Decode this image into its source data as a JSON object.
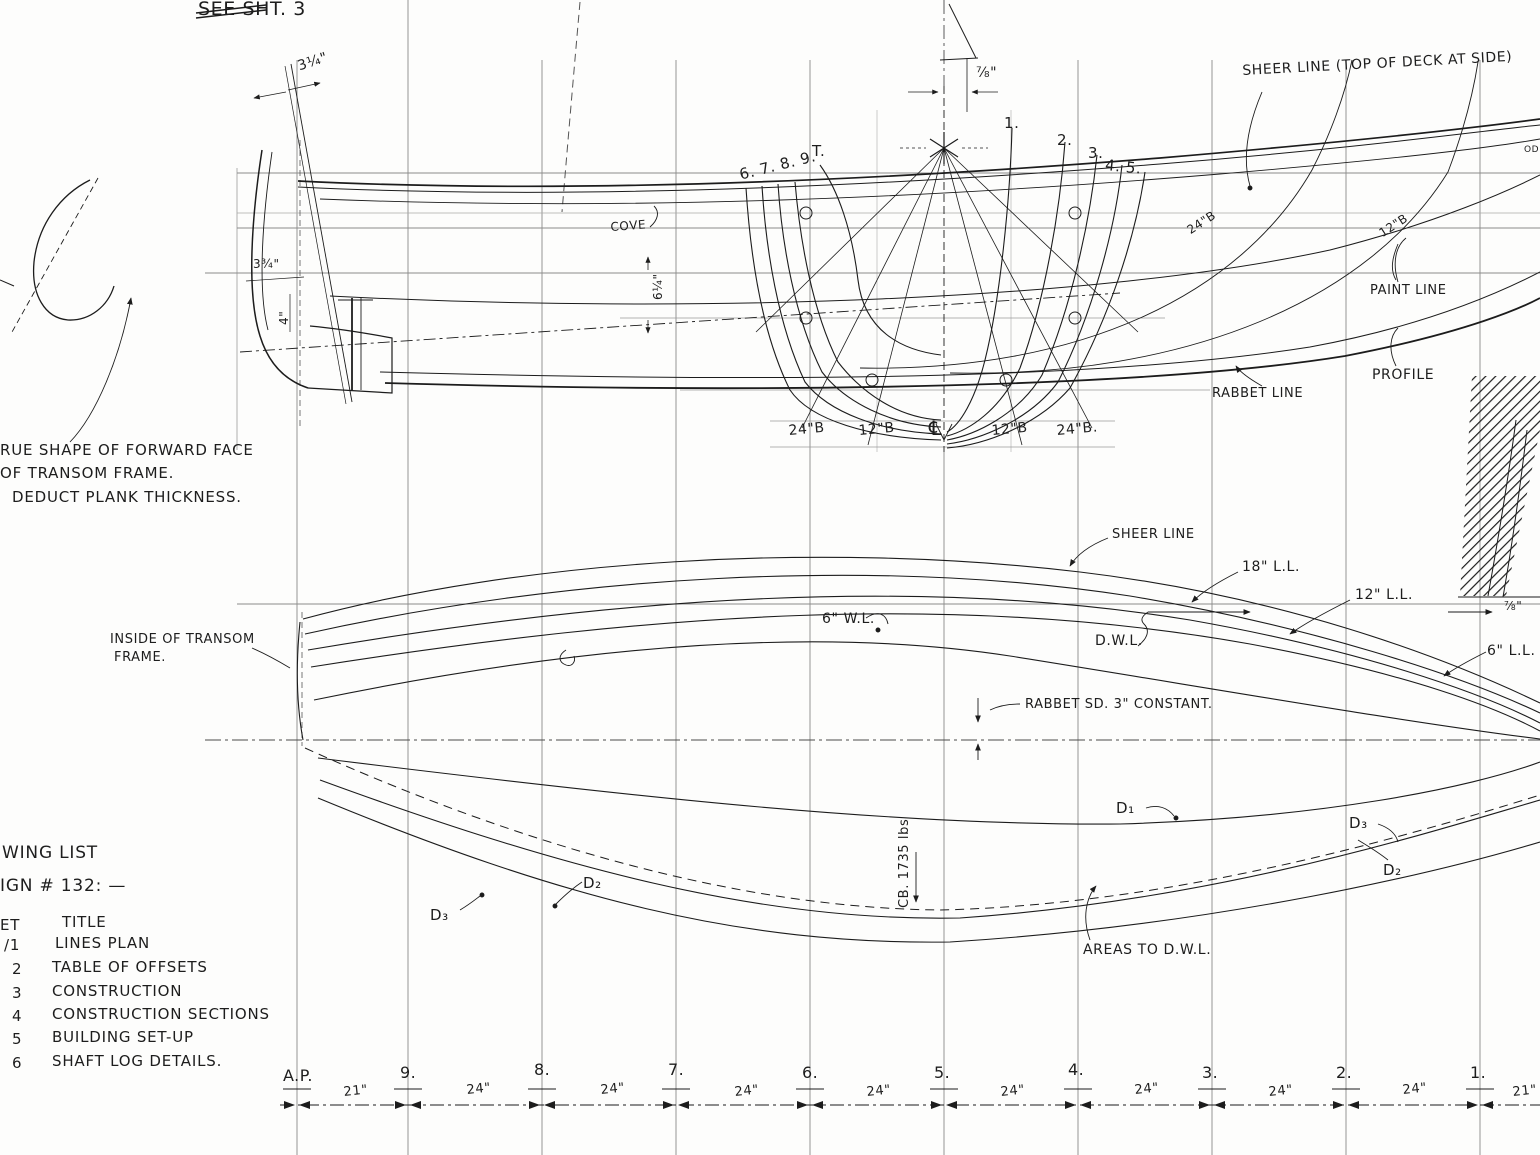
{
  "notes": {
    "see_sheet": "SEE SHT. 3",
    "sheer_deck": "SHEER LINE (TOP OF DECK AT SIDE)",
    "transom_line1": "RUE SHAPE OF FORWARD FACE",
    "transom_line2": "OF TRANSOM FRAME.",
    "transom_line3": "DEDUCT PLANK THICKNESS.",
    "inside_transom_line1": "INSIDE OF TRANSOM",
    "inside_transom_line2": "FRAME.",
    "rabbet_constant": "RABBET SD. 3\" CONSTANT.",
    "areas_to_dwl": "AREAS TO D.W.L.",
    "cb": "CB. 1735 lbs",
    "od_partial": "OD"
  },
  "profile": {
    "sections": {
      "aft": "6. 7. 8. 9.",
      "transom": "T.",
      "s1": "1.",
      "s2": "2.",
      "s3": "3.",
      "s45": "4. 5."
    },
    "labels": {
      "cove": "COVE",
      "paint_line": "PAINT LINE",
      "profile": "PROFILE",
      "rabbet_line": "RABBET LINE",
      "buttock_24": "24\"B",
      "buttock_12": "12\"B"
    },
    "dims": {
      "transom_top": "3¼\"",
      "stem_top": "⅞\"",
      "cove_height": "6¼\"",
      "transom_a": "3¾\"",
      "transom_b": "4\""
    },
    "baseline": {
      "b24l": "24\"B",
      "b12l": "12\"B",
      "cl": "℄",
      "b12r": "12\"B",
      "b24r": "24\"B."
    }
  },
  "half_breadth": {
    "sheer": "SHEER LINE",
    "ll18": "18\" L.L.",
    "ll12": "12\" L.L.",
    "dwl": "D.W.L.",
    "wl6": "6\" W.L.",
    "ll6": "6\" L.L.",
    "stem_dim": "⅞\""
  },
  "diagonals": {
    "d1": "D₁",
    "d2": "D₂",
    "d3": "D₃"
  },
  "drawing_list": {
    "title": "WING LIST",
    "design": "IGN # 132: —",
    "col_sheet": "ET",
    "col_title": "TITLE",
    "rows": [
      {
        "num": "/1",
        "title": "LINES PLAN"
      },
      {
        "num": "2",
        "title": "TABLE OF OFFSETS"
      },
      {
        "num": "3",
        "title": "CONSTRUCTION"
      },
      {
        "num": "4",
        "title": "CONSTRUCTION SECTIONS"
      },
      {
        "num": "5",
        "title": "BUILDING SET-UP"
      },
      {
        "num": "6",
        "title": "SHAFT LOG DETAILS."
      }
    ]
  },
  "stations": {
    "labels": [
      "A.P.",
      "9.",
      "8.",
      "7.",
      "6.",
      "5.",
      "4.",
      "3.",
      "2.",
      "1."
    ],
    "spacings": [
      "21\"",
      "24\"",
      "24\"",
      "24\"",
      "24\"",
      "24\"",
      "24\"",
      "24\"",
      "24\"",
      "21\""
    ]
  },
  "colors": {
    "ink": "#1c1c1c",
    "grid": "#8a8a8a",
    "paper": "#fdfdfc"
  }
}
